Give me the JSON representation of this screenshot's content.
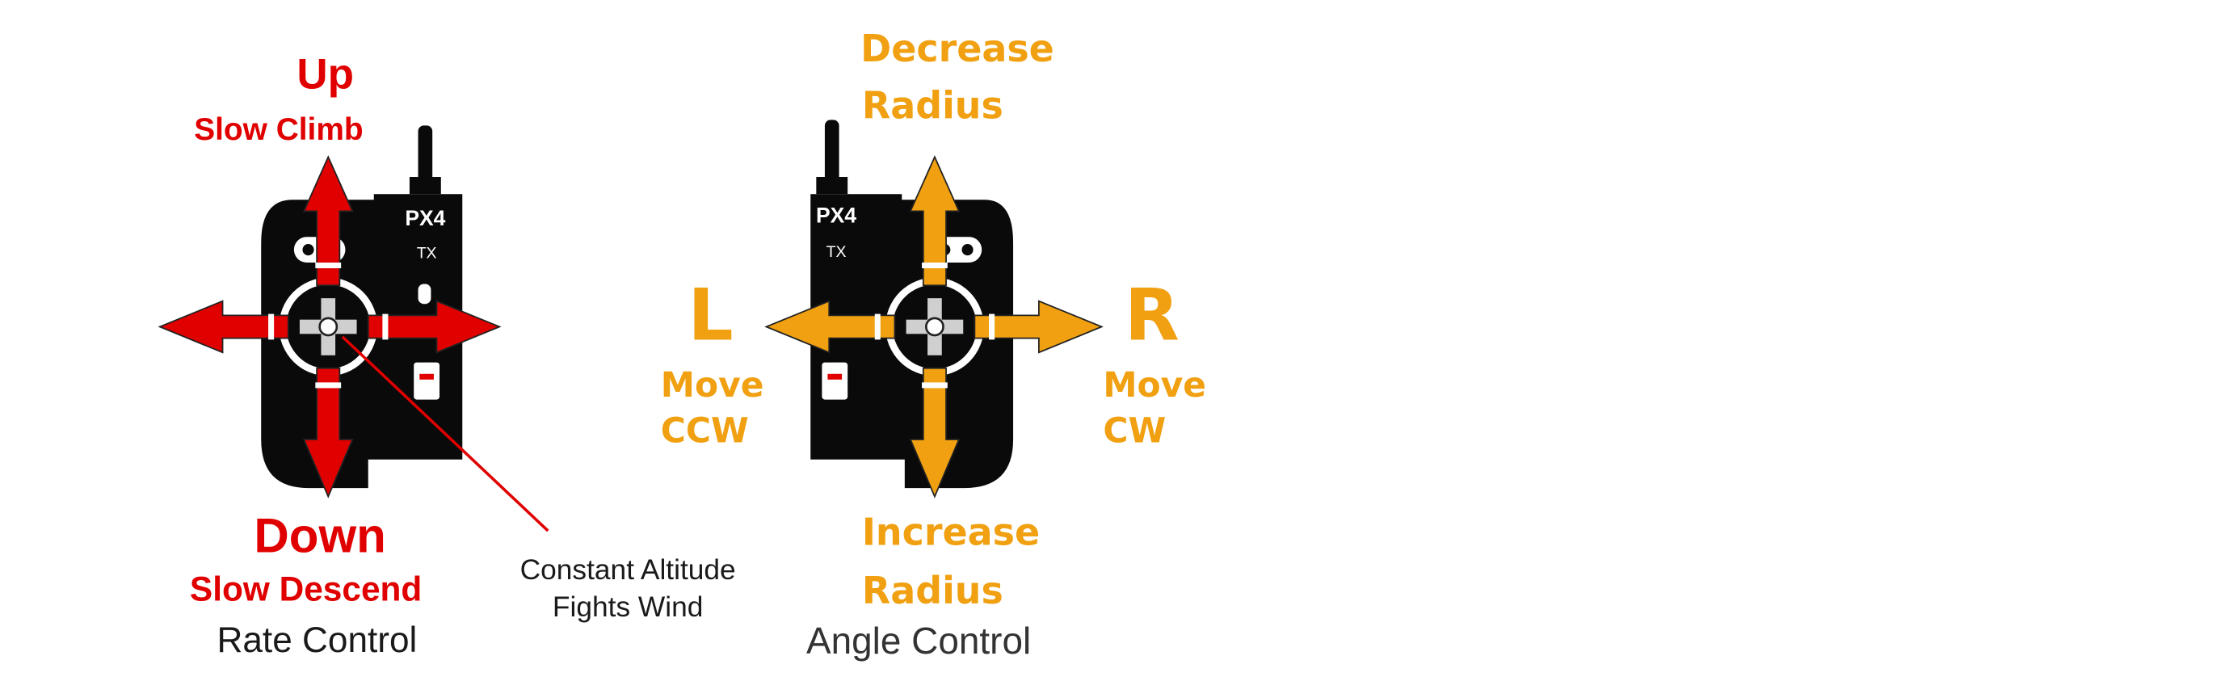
{
  "colors": {
    "red": "#e00000",
    "orange": "#f0a010",
    "body": "#0a0a0a",
    "white": "#ffffff",
    "text": "#1a1a1a"
  },
  "left_transmitter": {
    "brand": "PX4",
    "model": "TX",
    "up_label": "Up",
    "up_sub": "Slow Climb",
    "down_label": "Down",
    "down_sub": "Slow Descend",
    "callout": [
      "Constant Altitude",
      "Fights Wind"
    ],
    "caption": "Rate Control"
  },
  "right_transmitter": {
    "brand": "PX4",
    "model": "TX",
    "up_label": [
      "Decrease",
      "Radius"
    ],
    "down_label": [
      "Increase",
      "Radius"
    ],
    "left_letter": "L",
    "left_label": [
      "Move",
      "CCW"
    ],
    "right_letter": "R",
    "right_label": [
      "Move",
      "CW"
    ],
    "caption": "Angle Control"
  },
  "icons": [
    "antenna-icon",
    "arrow-up-icon",
    "arrow-down-icon",
    "arrow-left-icon",
    "arrow-right-icon",
    "joystick-icon"
  ]
}
